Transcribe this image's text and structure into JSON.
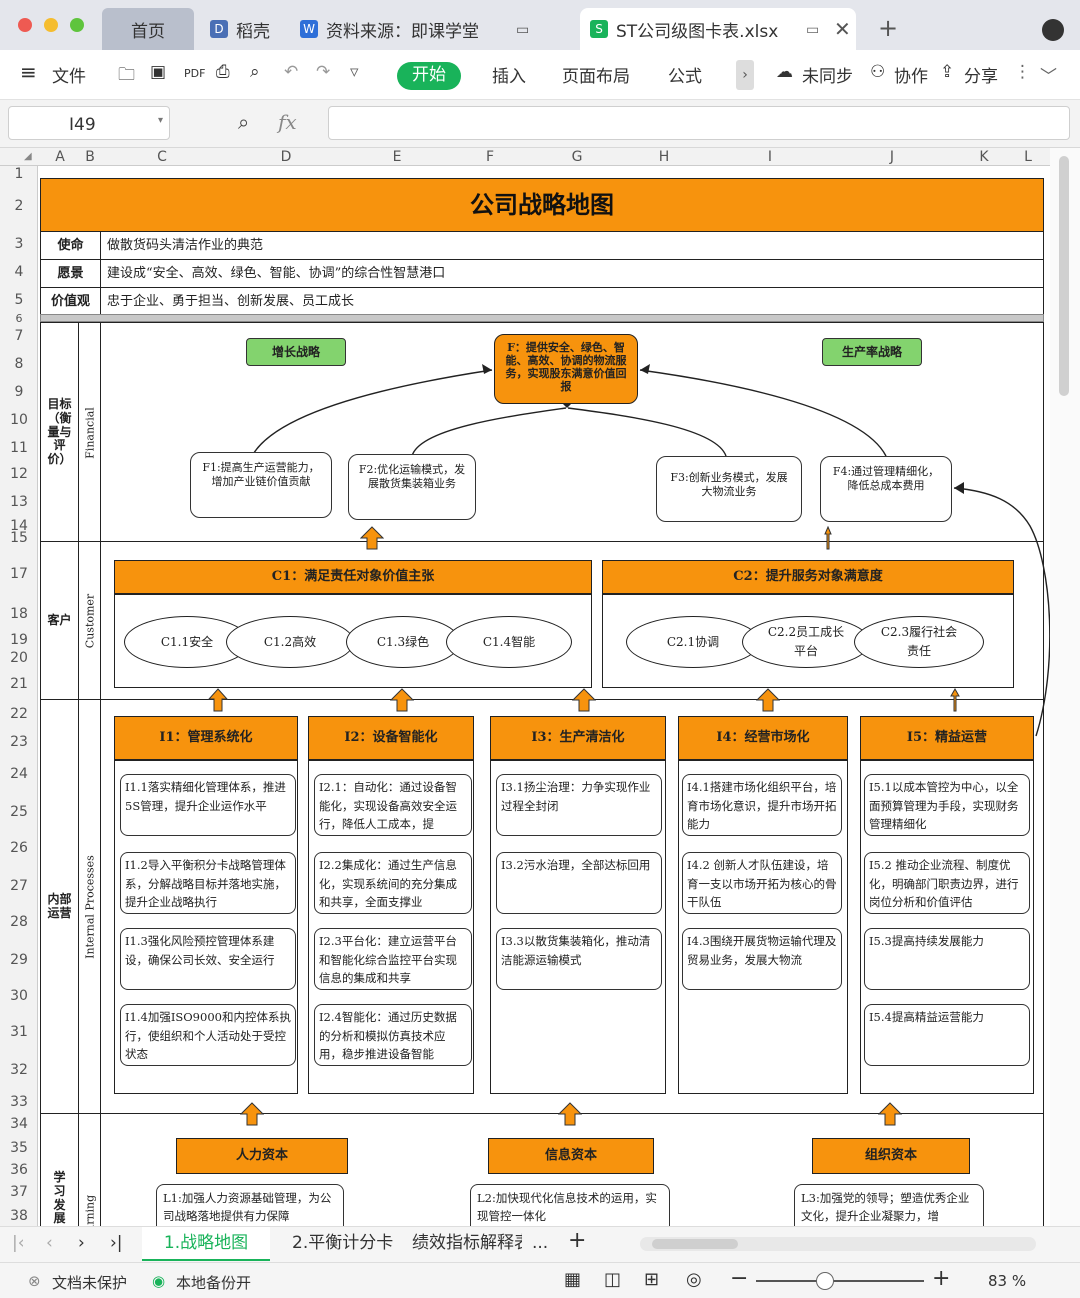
{
  "tabs": {
    "home": "首页",
    "t1": "稻壳",
    "t2": "资料来源：即课学堂",
    "active": "ST公司级图卡表.xlsx"
  },
  "menu": {
    "file": "文件",
    "start": "开始",
    "insert": "插入",
    "layout": "页面布局",
    "formula": "公式",
    "sync": "未同步",
    "collab": "协作",
    "share": "分享"
  },
  "formula_bar": {
    "cell": "I49",
    "fx": "fx"
  },
  "columns": [
    "A",
    "B",
    "C",
    "D",
    "E",
    "F",
    "G",
    "H",
    "I",
    "J",
    "K",
    "L"
  ],
  "rows": [
    "1",
    "2",
    "3",
    "4",
    "5",
    "6",
    "7",
    "8",
    "9",
    "10",
    "11",
    "12",
    "13",
    "14",
    "15",
    "17",
    "18",
    "19",
    "20",
    "21",
    "22",
    "23",
    "24",
    "25",
    "26",
    "27",
    "28",
    "29",
    "30",
    "31",
    "32",
    "33",
    "34",
    "35",
    "36",
    "37",
    "38"
  ],
  "map": {
    "title": "公司战略地图",
    "mission_k": "使命",
    "mission_v": "做散货码头清洁作业的典范",
    "vision_k": "愿景",
    "vision_v": "建设成“安全、高效、绿色、智能、协调”的综合性智慧港口",
    "values_k": "价值观",
    "values_v": "忠于企业、勇于担当、创新发展、员工成长",
    "fin_label": "目标（衡量与评价）",
    "fin_en": "Financial",
    "growth": "增长战略",
    "productivity": "生产率战略",
    "f_main": "F：提供安全、绿色、智能、高效、协调的物流服务，实现股东满意价值回报",
    "f1": "F1:提高生产运营能力，增加产业链价值贡献",
    "f2": "F2:优化运输模式，发展散货集装箱业务",
    "f3": "F3:创新业务模式，发展大物流业务",
    "f4": "F4:通过管理精细化，降低总成本费用",
    "cust_label": "客户",
    "cust_en": "Customer",
    "c1": "C1：满足责任对象价值主张",
    "c2": "C2：提升服务对象满意度",
    "c11": "C1.1安全",
    "c12": "C1.2高效",
    "c13": "C1.3绿色",
    "c14": "C1.4智能",
    "c21": "C2.1协调",
    "c22": "C2.2员工成长平台",
    "c23": "C2.3履行社会责任",
    "int_label": "内部运营",
    "int_en": "Internal Processes",
    "i1": "I1：管理系统化",
    "i2": "I2：设备智能化",
    "i3": "I3：生产清洁化",
    "i4": "I4：经营市场化",
    "i5": "I5：精益运营",
    "i11": "I1.1落实精细化管理体系，推进5S管理，提升企业运作水平",
    "i12": "I1.2导入平衡积分卡战略管理体系，分解战略目标并落地实施，提升企业战略执行",
    "i13": "I1.3强化风险预控管理体系建设，确保公司长效、安全运行",
    "i14": "I1.4加强ISO9000和内控体系执行，使组织和个人活动处于受控状态",
    "i21": "I2.1：自动化：通过设备智能化，实现设备高效安全运行，降低人工成本，提",
    "i22": "I2.2集成化：通过生产信息化，实现系统间的充分集成和共享，全面支撑业",
    "i23": "I2.3平台化：建立运营平台和智能化综合监控平台实现信息的集成和共享",
    "i24": "I2.4智能化：通过历史数据的分析和模拟仿真技术应用，稳步推进设备智能",
    "i31": "I3.1扬尘治理：力争实现作业过程全封闭",
    "i32": "I3.2污水治理，全部达标回用",
    "i33": "I3.3以散货集装箱化，推动清洁能源运输模式",
    "i41": "I4.1搭建市场化组织平台，培育市场化意识，提升市场开拓能力",
    "i42": "I4.2 创新人才队伍建设，培育一支以市场开拓为核心的骨干队伍",
    "i43": "I4.3围绕开展货物运输代理及贸易业务，发展大物流",
    "i51": "I5.1以成本管控为中心，以全面预算管理为手段，实现财务管理精细化",
    "i52": "I5.2 推动企业流程、制度优化，明确部门职责边界，进行岗位分析和价值评估",
    "i53": "I5.3提高持续发展能力",
    "i54": "I5.4提高精益运营能力",
    "learn_label": "学习发展",
    "learn_en": "Learning",
    "l_hr": "人力资本",
    "l_info": "信息资本",
    "l_org": "组织资本",
    "l1": "L1:加强人力资源基础管理，为公司战略落地提供有力保障",
    "l2": "L2:加快现代化信息技术的运用，实现管控一体化",
    "l3": "L3:加强党的领导；塑造优秀企业文化，提升企业凝聚力，增"
  },
  "sheet_tabs": {
    "s1": "1.战略地图",
    "s2": "2.平衡计分卡",
    "s3": "绩效指标解释表",
    "more": "..."
  },
  "status": {
    "protect": "文档未保护",
    "backup": "本地备份开",
    "zoom": "83 %"
  },
  "colors": {
    "orange": "#f7930d",
    "green": "#83d36e",
    "accent": "#19b35a"
  }
}
